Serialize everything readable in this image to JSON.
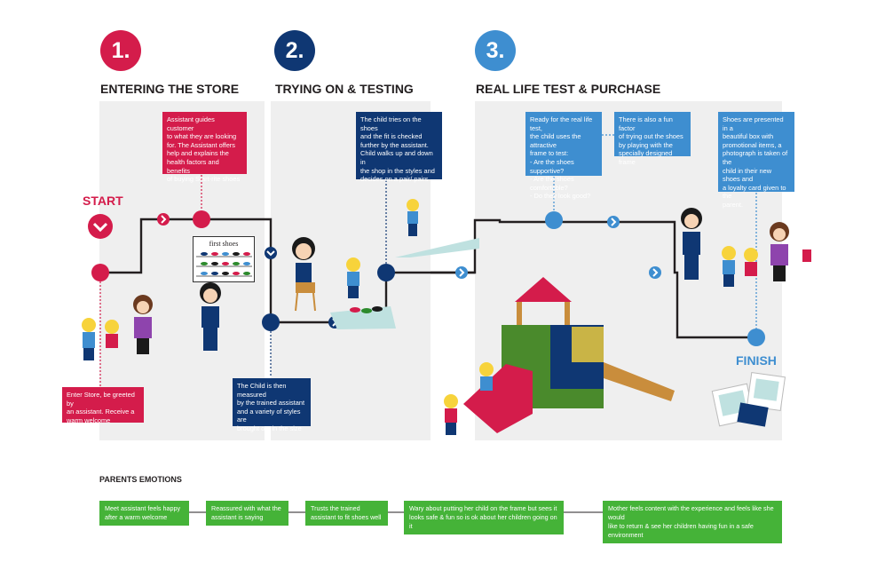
{
  "steps": [
    {
      "number": "1.",
      "title": "ENTERING THE STORE",
      "color": "#d41c4b"
    },
    {
      "number": "2.",
      "title": "TRYING ON & TESTING",
      "color": "#0f3773"
    },
    {
      "number": "3.",
      "title": "REAL LIFE TEST & PURCHASE",
      "color": "#3e8ed0"
    }
  ],
  "labels": {
    "start": "START",
    "finish": "FINISH",
    "first_shoes": "first shoes"
  },
  "boxes": {
    "assistant_guides": [
      "Assistant guides customer",
      "to what they are looking",
      "for. The Assistant offers",
      "help and explains the",
      "health factors and benefits",
      "of buying Start-rite shoes"
    ],
    "enter_store": [
      "Enter Store, be greeted by",
      "an assistant. Receive a",
      "warm welcome"
    ],
    "child_tries": [
      "The child tries on the shoes",
      "and the fit is checked",
      "further by the assistant.",
      "Child walks up and down in",
      "the shop in the styles and",
      "decides on a pair/ pairs"
    ],
    "child_measured": [
      "The Child is then measured",
      "by the trained assistant",
      "and a variety of styles are",
      "brought out in the size"
    ],
    "real_life_test": [
      "Ready for the real life test,",
      "the child uses the attractive",
      "frame to test:",
      "- Are the shoes supportive?",
      "- Are the shoes comfortable?",
      "- Do they look good?"
    ],
    "fun_factor": [
      "There is also a fun factor",
      "of trying out the shoes",
      "by playing with the",
      "specially designed frame"
    ],
    "presented": [
      "Shoes are presented in a",
      "beautiful box with",
      "promotional items, a",
      "photograph is taken of the",
      "child in their new shoes and",
      "a loyalty card given to the",
      "parent."
    ]
  },
  "emotions": {
    "heading": "PARENTS EMOTIONS",
    "items": [
      [
        "Meet assistant feels happy",
        "after a warm welcome"
      ],
      [
        "Reassured with what the",
        "assistant is saying"
      ],
      [
        "Trusts the trained",
        "assistant to fit shoes well"
      ],
      [
        "Wary about putting her child on the frame but sees it",
        "looks safe & fun so is ok about her children going on it"
      ],
      [
        "Mother feels content with the experience and feels like she would",
        "like to return & see her children having fun in a safe environment"
      ]
    ]
  },
  "colors": {
    "red": "#d41c4b",
    "navy": "#0f3773",
    "blue": "#3e8ed0",
    "green": "#45b338",
    "panel": "#efefef",
    "line": "#231f20"
  },
  "icons": [
    "start-chevron-down-icon",
    "chevron-right-icon",
    "chevron-down-icon"
  ]
}
